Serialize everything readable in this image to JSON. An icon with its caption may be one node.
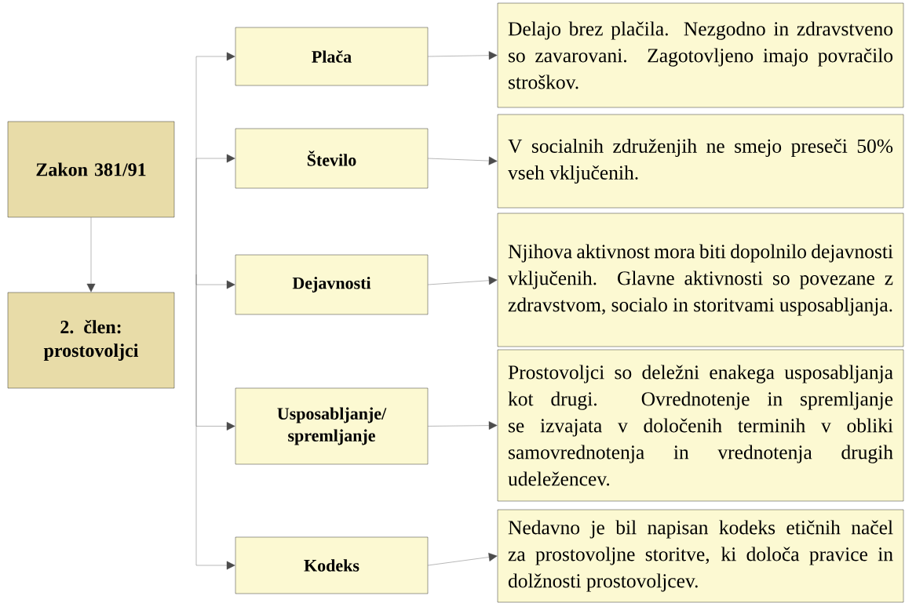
{
  "diagram": {
    "nodes": [
      {
        "text": [
          "Zakon 381/91"
        ]
      },
      {
        "text": [
          "2. člen: prostovoljci"
        ]
      },
      {
        "text": [
          "Plača"
        ]
      },
      {
        "text": [
          "Število"
        ]
      },
      {
        "text": [
          "Dejavnosti"
        ]
      },
      {
        "text": [
          "Usposabljanje/ spremljanje"
        ]
      },
      {
        "text": [
          "Kodeks"
        ]
      },
      {
        "text": [
          "Delajo brez plačila. Nezgodno in zdravstveno so zavarovani. Zagotovljeno imajo povračilo stroškov."
        ]
      },
      {
        "text": [
          "V socialnih združenjih ne smejo preseči 50% vseh vključenih."
        ]
      },
      {
        "text": [
          "Njihova aktivnost mora biti dopolnilo dejavnosti vključenih. Glavne aktivnosti so povezane z zdravstvom, socialo in storitvami usposabljanja."
        ]
      },
      {
        "text": [
          "Prostovoljci so deležni enakega usposabljanja kot drugi. Ovrednotenje in spremljanje se izvajata v določenih terminih v obliki samovrednotenja in vrednotenja drugih udeležencev."
        ]
      },
      {
        "text": [
          "Nedavno je bil napisan kodeks etičnih načel za prostovoljne storitve, ki določa pravice in dolžnosti prostovoljcev."
        ]
      }
    ],
    "edges": [
      {
        "from": 0,
        "to": 1,
        "arrow": "to"
      },
      {
        "from": null,
        "to": 2,
        "arrow": "to"
      },
      {
        "from": null,
        "to": 3,
        "arrow": "to"
      },
      {
        "from": null,
        "to": 4,
        "arrow": "to"
      },
      {
        "from": null,
        "to": 5,
        "arrow": "to"
      },
      {
        "from": null,
        "to": 6,
        "arrow": "to"
      },
      {
        "from": 2,
        "to": 7,
        "arrow": "to"
      },
      {
        "from": 3,
        "to": 8,
        "arrow": "to"
      },
      {
        "from": 4,
        "to": 9,
        "arrow": "to"
      },
      {
        "from": 5,
        "to": 10,
        "arrow": "to"
      },
      {
        "from": 6,
        "to": 11,
        "arrow": "to"
      }
    ]
  }
}
